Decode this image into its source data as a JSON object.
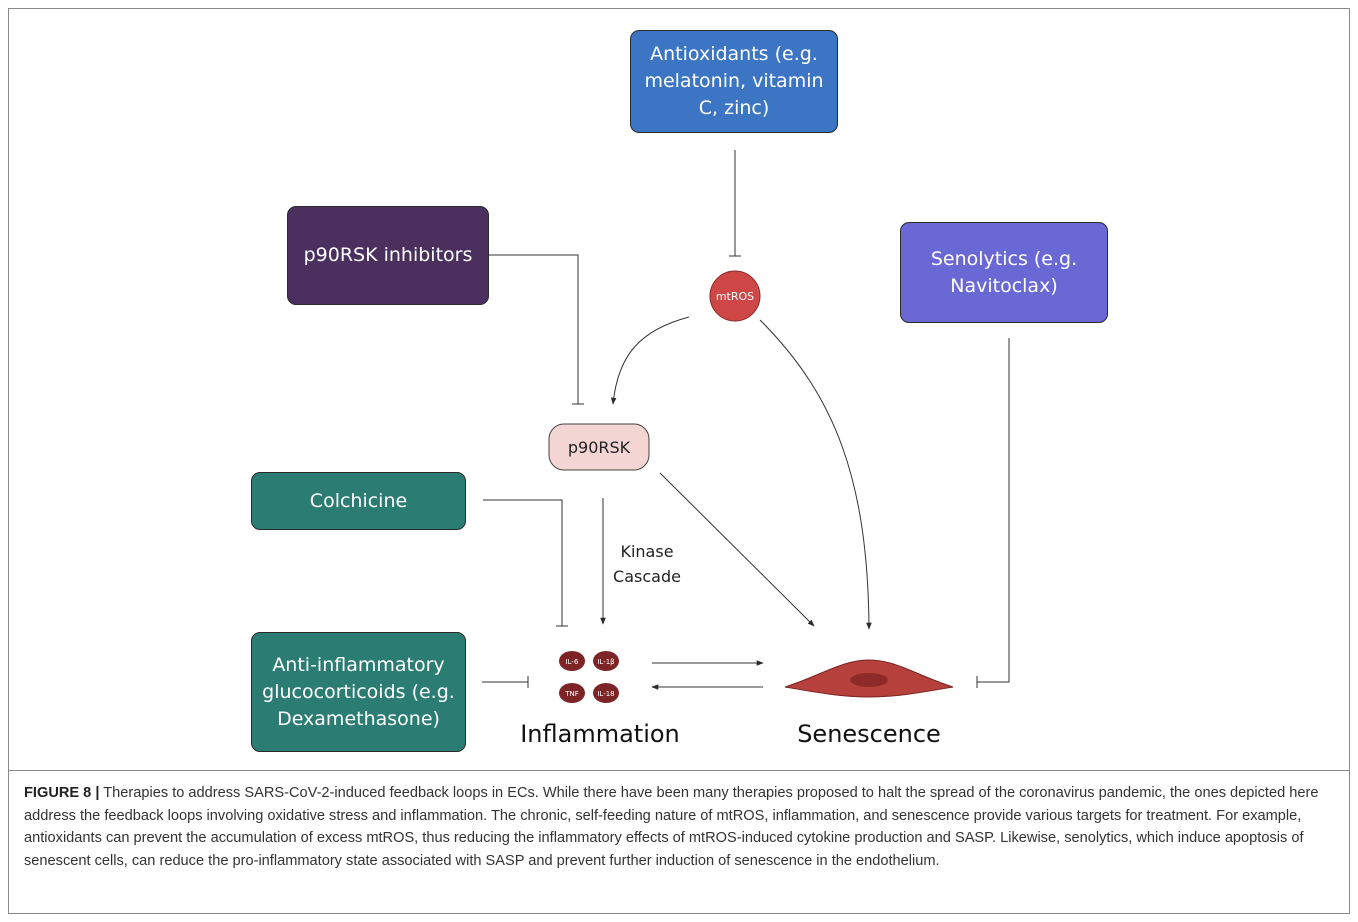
{
  "figure": {
    "boxes": {
      "antioxidants": "Antioxidants (e.g. melatonin, vitamin C, zinc)",
      "p90rsk_inhibitors": "p90RSK inhibitors",
      "senolytics": "Senolytics (e.g. Navitoclax)",
      "colchicine": "Colchicine",
      "glucocorticoids": "Anti-inflammatory glucocorticoids (e.g. Dexamethasone)"
    },
    "nodes": {
      "mtros": "mtROS",
      "p90rsk": "p90RSK",
      "kinase_cascade_line1": "Kinase",
      "kinase_cascade_line2": "Cascade",
      "inflammation": "Inflammation",
      "senescence": "Senescence",
      "cytokines": [
        "IL-6",
        "IL-1β",
        "TNF",
        "IL-18"
      ]
    },
    "colors": {
      "antioxidants": "#3b75c4",
      "p90rsk_inhibitors": "#4a2f5f",
      "senolytics": "#6a68d4",
      "colchicine": "#2b7c73",
      "glucocorticoids": "#2b7c73",
      "mtros": "#cf4646",
      "p90rsk": "#f3d5d3",
      "cytokine": "#7d2426",
      "cell": "#b5403c"
    }
  },
  "caption": {
    "label": "FIGURE 8 |",
    "text": " Therapies to address SARS-CoV-2-induced feedback loops in ECs. While there have been many therapies proposed to halt the spread of the coronavirus pandemic, the ones depicted here address the feedback loops involving oxidative stress and inflammation. The chronic, self-feeding nature of mtROS, inflammation, and senescence provide various targets for treatment. For example, antioxidants can prevent the accumulation of excess mtROS, thus reducing the inflammatory effects of mtROS-induced cytokine production and SASP. Likewise, senolytics, which induce apoptosis of senescent cells, can reduce the pro-inflammatory state associated with SASP and prevent further induction of senescence in the endothelium."
  }
}
